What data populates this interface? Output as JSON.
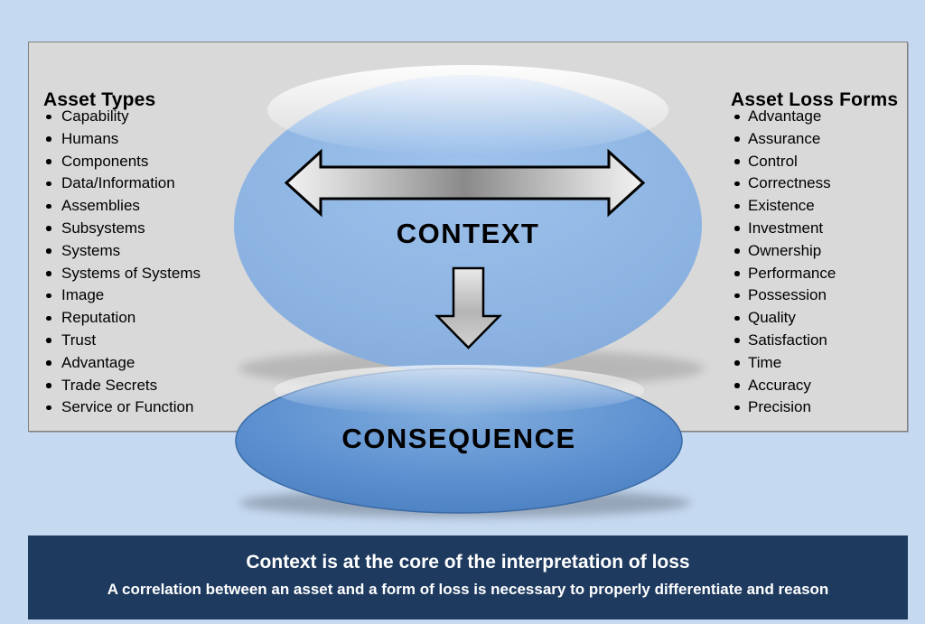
{
  "asset_types": {
    "title": "Asset Types",
    "items": [
      "Capability",
      "Humans",
      "Components",
      "Data/Information",
      "Assemblies",
      "Subsystems",
      "Systems",
      "Systems of Systems",
      "Image",
      "Reputation",
      "Trust",
      "Advantage",
      "Trade Secrets",
      "Service or Function"
    ]
  },
  "asset_loss_forms": {
    "title": "Asset Loss Forms",
    "items": [
      "Advantage",
      "Assurance",
      "Control",
      "Correctness",
      "Existence",
      "Investment",
      "Ownership",
      "Performance",
      "Possession",
      "Quality",
      "Satisfaction",
      "Time",
      "Accuracy",
      "Precision"
    ]
  },
  "diagram": {
    "context_label": "CONTEXT",
    "consequence_label": "CONSEQUENCE"
  },
  "banner": {
    "line1": "Context is at the core of the interpretation of loss",
    "line2": "A correlation between an asset and a form of loss is necessary to properly differentiate and reason"
  },
  "colors": {
    "background": "#c5d9f1",
    "panel_bg": "#d9d9d9",
    "panel_border": "#7f7f7f",
    "context_ellipse": "#8db4e2",
    "consequence_ellipse": "#4f86c6",
    "arrow_silver": "#c0c0c0",
    "arrow_outline": "#000000",
    "banner_bg": "#1e3a5f",
    "banner_text": "#ffffff",
    "list_text": "#000000"
  }
}
